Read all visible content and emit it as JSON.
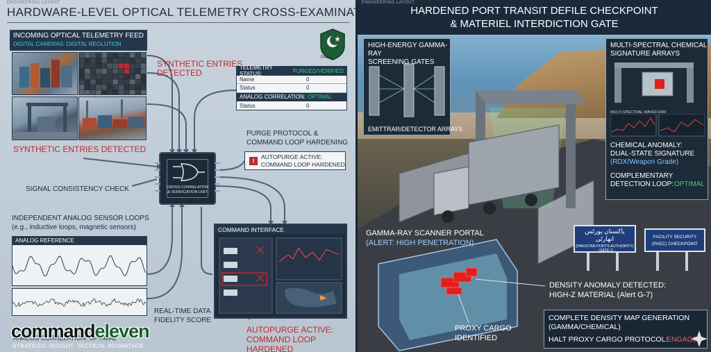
{
  "left_panel": {
    "eyebrow": "ENGINEERING LAYOUT",
    "title": "HARDWARE-LEVEL OPTICAL TELEMETRY CROSS-EXAMINATION ENGINE",
    "feed": {
      "title": "INCOMING OPTICAL TELEMETRY FEED",
      "subtitle": "DIGITAL CAMERAS: DIGITAL REOLUTION"
    },
    "synthetic_label_1": "SYNTHETIC ENTRIES\nDETECTED",
    "synthetic_label_2": "SYNTHETIC ENTRIES DETECTED",
    "paec_label": "PAEC",
    "status_table": {
      "title": "TELEMETRY STATUS:",
      "title_value": "PURGED/VERIFIED",
      "rows": [
        {
          "key": "Name",
          "value": "0"
        },
        {
          "key": "Status",
          "value": "0"
        }
      ],
      "section_title": "ANALOG CORRELATION:",
      "section_value": "OPTIMAL",
      "section_rows": [
        {
          "key": "Status",
          "value": "0"
        }
      ]
    },
    "purge": {
      "title": "PURGE PROTOCOL &\nCOMMAND LOOP HARDENING",
      "alert": "AUTOPURGE ACTIVE:\nCOMMAND LOOP HARDENED",
      "alert_icon": "!"
    },
    "chip_label": "CROSS-CORRELATION\n& VERIFICATION UNIT",
    "signal_check": "SIGNAL CONSISTENCY CHECK",
    "analog": {
      "title": "INDEPENDENT ANALOG SENSOR LOOPS\n(e.g., inductive loops, magnetic sensors)",
      "reference_label": "ANALOG REFERENCE"
    },
    "command_interface": "COMMAND INTERFACE",
    "fidelity": "REAL-TIME DATA\nFIDELITY SCORE",
    "autopurge_bottom": "AUTOPURGE ACTIVE:\nCOMMAND LOOP HARDENED",
    "analog_correlation_bottom": "ANALOG CORRELATION: OPTIMAL",
    "logo": {
      "part1": "command",
      "part2": "eleven",
      "tagline": "STRATEGIC INSIGHT. TACTICAL ADVANTAGE."
    }
  },
  "right_panel": {
    "eyebrow": "ENGINEERING LAYOUT",
    "title": "HARDENED PORT TRANSIT DEFILE CHECKPOINT\n& MATERIEL INTERDICTION GATE",
    "gamma_gates": "HIGH-ENERGY GAMMA-RAY\nSCREENING GATES",
    "emitter": "EMITTRAR/DETECTOR ARRAYS",
    "multispectral": "MULTI-SPECTRAL CHEMICAL\nSIGNATURE ARRAYS",
    "multispectral_chart_label": "MULTI-SPECTRAL WAVEFORM",
    "chem_anomaly": "CHEMICAL ANOMALY:\nDUAL-STATE SIGNATURE",
    "chem_sub": "(RDX/Weapon Grade)",
    "complementary": "COMPLEMENTARY\nDETECTION LOOP:",
    "complementary_value": "OPTIMAL",
    "portal": "GAMMA-RAY SCANNER PORTAL",
    "portal_sub": "(ALERT: HIGH PENETRATION)",
    "sign1": {
      "urdu": "پاکستان پورٹس اتھارٹی",
      "line2": "(PAKISTAN PORTS AUTHORITY)",
      "line3": "- GATE 3"
    },
    "sign2": {
      "line1": "FACILITY SECURITY",
      "line2": "(PAEC) CHECKPOINT"
    },
    "density": "DENSITY ANOMALY DETECTED:\nHIGH-Z MATERIAL (Alert G-7)",
    "proxy": "PROXY CARGO\nIDENTIFIED",
    "complete_map": "COMPLETE DENSITY MAP GENERATION\n(GAMMA/CHEMICAL)",
    "halt": "HALT PROXY CARGO PROTOCOL:",
    "halt_value": "ENGAGED"
  },
  "colors": {
    "accent_red": "#c0282d",
    "accent_green": "#37d27a",
    "accent_cyan": "#3ad1d9",
    "panel_dark": "#24364a"
  }
}
